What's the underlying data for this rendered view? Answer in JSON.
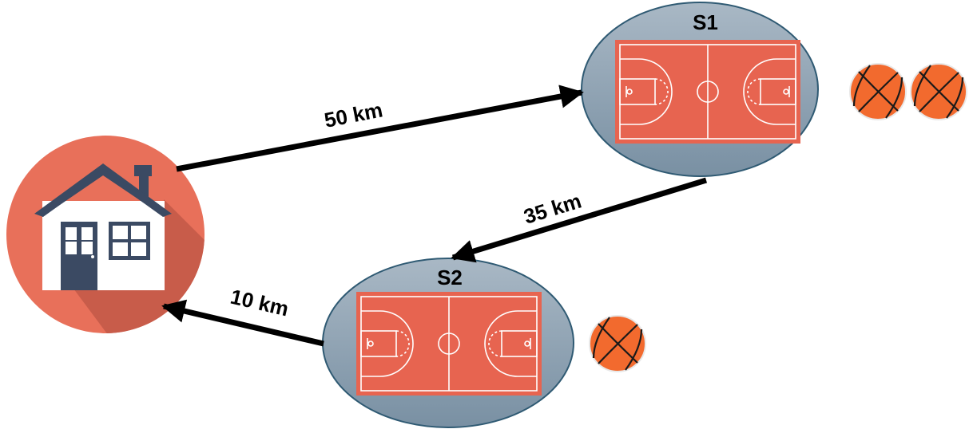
{
  "nodes": {
    "home": {
      "icon": "house-icon"
    },
    "s1": {
      "label": "S1",
      "icon": "basketball-court-icon",
      "ball_count": 2
    },
    "s2": {
      "label": "S2",
      "icon": "basketball-court-icon",
      "ball_count": 1
    }
  },
  "edges": [
    {
      "from": "home",
      "to": "S1",
      "label": "50 km"
    },
    {
      "from": "S1",
      "to": "S2",
      "label": "35 km"
    },
    {
      "from": "S2",
      "to": "home",
      "label": "10 km"
    }
  ],
  "icons": {
    "ball": "basketball-icon"
  },
  "colors": {
    "house_circle": "#E8705A",
    "house_shadow": "#C85C4A",
    "roof": "#3B4A63",
    "wall": "#FFFFFF",
    "door": "#3B4A63",
    "ellipse_top": "#A7B6C3",
    "ellipse_bottom": "#7A90A3",
    "ellipse_stroke": "#2F5A73",
    "court": "#E76450",
    "court_line": "#FFFFFF",
    "ball": "#F26A2E",
    "ball_line": "#1A1A1A",
    "arrow": "#000000"
  }
}
